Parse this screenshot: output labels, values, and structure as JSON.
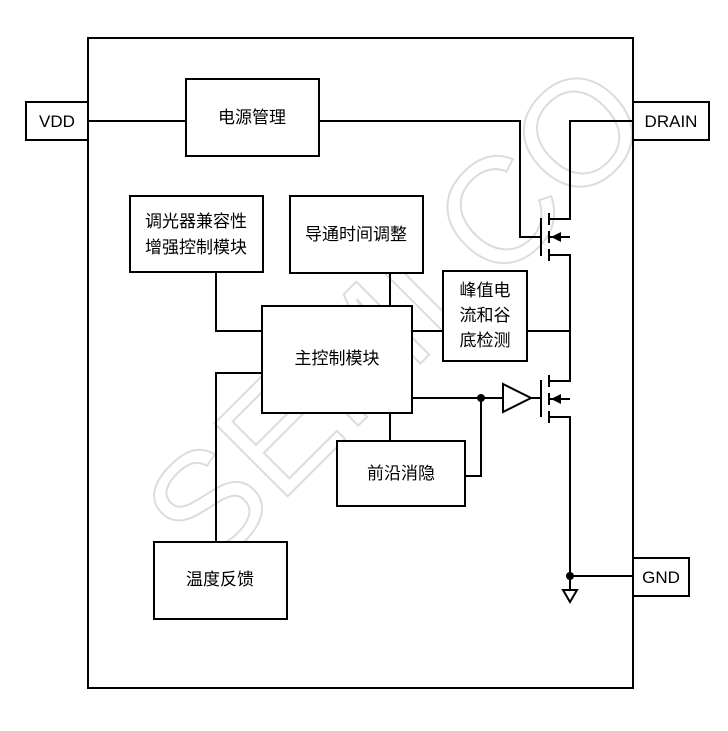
{
  "watermark": "SEMI CO",
  "pins": {
    "vdd": "VDD",
    "drain": "DRAIN",
    "gnd": "GND"
  },
  "blocks": {
    "power_management": "电源管理",
    "dimmer_compat_line1": "调光器兼容性",
    "dimmer_compat_line2": "增强控制模块",
    "on_time_adjust": "导通时间调整",
    "peak_valley_line1": "峰值电",
    "peak_valley_line2": "流和谷",
    "peak_valley_line3": "底检测",
    "main_control": "主控制模块",
    "leading_edge_blanking": "前沿消隐",
    "thermal_feedback": "温度反馈"
  }
}
